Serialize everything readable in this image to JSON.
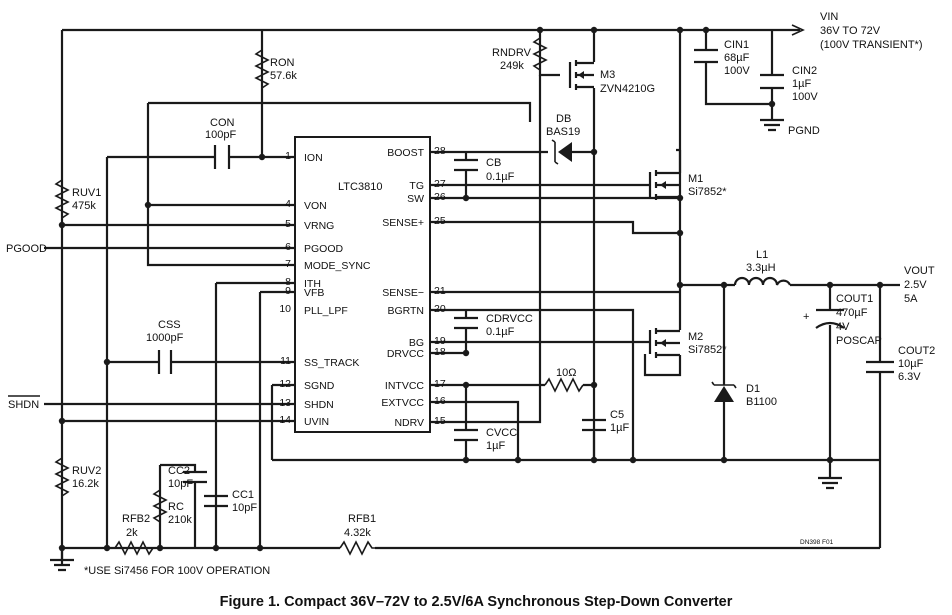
{
  "figure": {
    "caption": "Figure 1. Compact 36V–72V to 2.5V/6A Synchronous Step-Down Converter",
    "footnote": "*USE Si7456 FOR 100V OPERATION",
    "code": "DN398 F01"
  },
  "ic": {
    "name": "LTC3810",
    "pins_left": [
      {
        "num": "1",
        "name": "ION"
      },
      {
        "num": "4",
        "name": "VON"
      },
      {
        "num": "5",
        "name": "VRNG"
      },
      {
        "num": "6",
        "name": "PGOOD"
      },
      {
        "num": "7",
        "name": "MODE_SYNC"
      },
      {
        "num": "8",
        "name": "ITH"
      },
      {
        "num": "9",
        "name": "VFB"
      },
      {
        "num": "10",
        "name": "PLL_LPF"
      },
      {
        "num": "11",
        "name": "SS_TRACK"
      },
      {
        "num": "12",
        "name": "SGND"
      },
      {
        "num": "13",
        "name": "SHDN"
      },
      {
        "num": "14",
        "name": "UVIN"
      }
    ],
    "pins_right": [
      {
        "num": "28",
        "name": "BOOST"
      },
      {
        "num": "27",
        "name": "TG"
      },
      {
        "num": "26",
        "name": "SW"
      },
      {
        "num": "25",
        "name": "SENSE+"
      },
      {
        "num": "21",
        "name": "SENSE−"
      },
      {
        "num": "20",
        "name": "BGRTN"
      },
      {
        "num": "19",
        "name": "BG"
      },
      {
        "num": "18",
        "name": "DRVCC"
      },
      {
        "num": "17",
        "name": "INTVCC"
      },
      {
        "num": "16",
        "name": "EXTVCC"
      },
      {
        "num": "15",
        "name": "NDRV"
      }
    ]
  },
  "nets": {
    "vin": {
      "name": "VIN",
      "range": "36V TO 72V",
      "note": "(100V TRANSIENT*)"
    },
    "vout": {
      "name": "VOUT",
      "voltage": "2.5V",
      "current": "5A"
    },
    "pgood": "PGOOD",
    "shdn": "SHDN",
    "pgnd": "PGND"
  },
  "components": {
    "ron": {
      "ref": "RON",
      "value": "57.6k"
    },
    "con": {
      "ref": "CON",
      "value": "100pF"
    },
    "ruv1": {
      "ref": "RUV1",
      "value": "475k"
    },
    "ruv2": {
      "ref": "RUV2",
      "value": "16.2k"
    },
    "css": {
      "ref": "CSS",
      "value": "1000pF"
    },
    "rndrv": {
      "ref": "RNDRV",
      "value": "249k"
    },
    "m3": {
      "ref": "M3",
      "value": "ZVN4210G"
    },
    "db": {
      "ref": "DB",
      "value": "BAS19"
    },
    "cin1": {
      "ref": "CIN1",
      "value": "68µF",
      "rating": "100V"
    },
    "cin2": {
      "ref": "CIN2",
      "value": "1µF",
      "rating": "100V"
    },
    "cb": {
      "ref": "CB",
      "value": "0.1µF"
    },
    "m1": {
      "ref": "M1",
      "value": "Si7852*"
    },
    "m2": {
      "ref": "M2",
      "value": "Si7852*"
    },
    "cdrvcc": {
      "ref": "CDRVCC",
      "value": "0.1µF"
    },
    "l1": {
      "ref": "L1",
      "value": "3.3µH"
    },
    "r10": {
      "value": "10Ω"
    },
    "c5": {
      "ref": "C5",
      "value": "1µF"
    },
    "cvcc": {
      "ref": "CVCC",
      "value": "1µF"
    },
    "d1": {
      "ref": "D1",
      "value": "B1100"
    },
    "cout1": {
      "ref": "COUT1",
      "value": "470µF",
      "rating": "4V",
      "type": "POSCAP"
    },
    "cout2": {
      "ref": "COUT2",
      "value": "10µF",
      "rating": "6.3V"
    },
    "cc2": {
      "ref": "CC2",
      "value": "10pF"
    },
    "rc": {
      "ref": "RC",
      "value": "210k"
    },
    "cc1": {
      "ref": "CC1",
      "value": "10pF"
    },
    "rfb2": {
      "ref": "RFB2",
      "value": "2k"
    },
    "rfb1": {
      "ref": "RFB1",
      "value": "4.32k"
    }
  }
}
